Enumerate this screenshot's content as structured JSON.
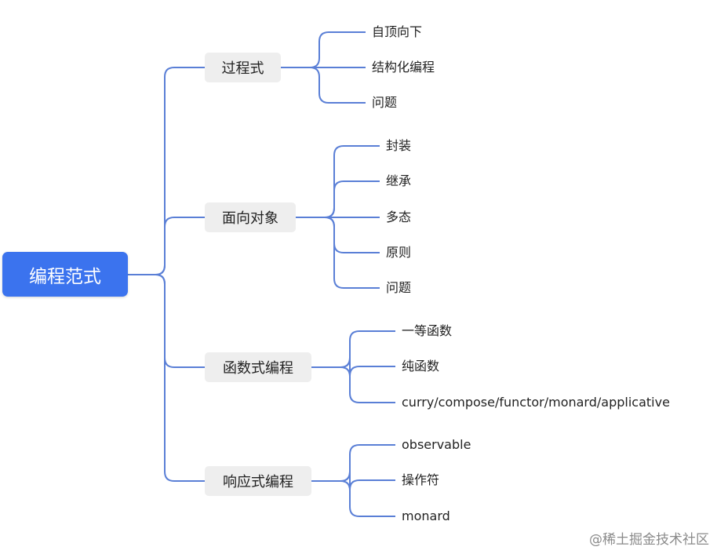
{
  "root": {
    "label": "编程范式"
  },
  "branches": [
    {
      "label": "过程式",
      "children": [
        "自顶向下",
        "结构化编程",
        "问题"
      ]
    },
    {
      "label": "面向对象",
      "children": [
        "封装",
        "继承",
        "多态",
        "原则",
        "问题"
      ]
    },
    {
      "label": "函数式编程",
      "children": [
        "一等函数",
        "纯函数",
        "curry/compose/functor/monard/applicative"
      ]
    },
    {
      "label": "响应式编程",
      "children": [
        "observable",
        "操作符",
        "monard"
      ]
    }
  ],
  "watermark": "@稀土掘金技术社区",
  "colors": {
    "accent": "#3b73ee",
    "line": "#5a7fd6",
    "branch_bg": "#eeeeee"
  }
}
